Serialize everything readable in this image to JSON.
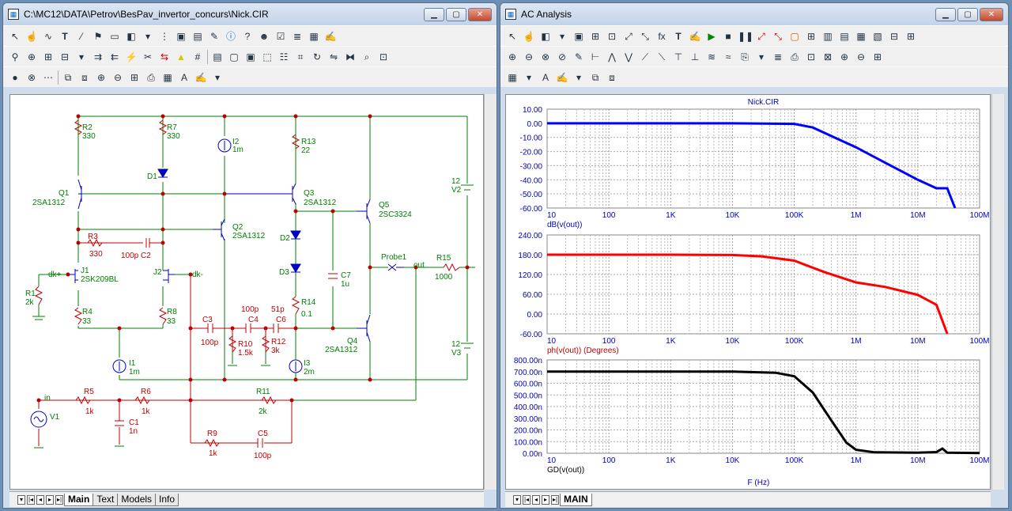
{
  "left": {
    "title": "C:\\MC12\\DATA\\Petrov\\BesPav_invertor_concurs\\Nick.CIR",
    "tabs": [
      "Main",
      "Text",
      "Models",
      "Info"
    ]
  },
  "right": {
    "title": "AC Analysis",
    "tabs": [
      "MAIN"
    ]
  },
  "schem": {
    "R2": "R2",
    "R2v": "330",
    "R7": "R7",
    "R7v": "330",
    "I2": "I2",
    "I2v": "1m",
    "R13": "R13",
    "R13v": "22",
    "D1": "D1",
    "Q1": "Q1",
    "Q1m": "2SA1312",
    "Q3": "Q3",
    "Q3m": "2SA1312",
    "Q5": "Q5",
    "Q5m": "2SC3324",
    "Q2": "Q2",
    "Q2m": "2SA1312",
    "R3": "R3",
    "R3v": "330",
    "C2": "100p C2",
    "D2": "D2",
    "D3": "D3",
    "V2": "V2",
    "V2v": "12",
    "J1": "J1",
    "J1m": "2SK209BL",
    "J2": "J2",
    "dkp": "dk+",
    "dkm": "dk-",
    "R1": "R1",
    "R1v": "2k",
    "C7": "C7",
    "C7v": "1u",
    "Probe1": "Probe1",
    "out": "out",
    "R15": "R15",
    "R15v": "1000",
    "R4": "R4",
    "R4v": "33",
    "R8": "R8",
    "R8v": "33",
    "C3": "C3",
    "C3v": "100p",
    "C4": "C4",
    "C4v": "100p",
    "C6": "C6",
    "C6v": "51p",
    "R14": "R14",
    "R14v": "0.1",
    "R10": "R10",
    "R10v": "1.5k",
    "R12": "R12",
    "R12v": "3k",
    "Q4": "Q4",
    "Q4m": "2SA1312",
    "V3": "V3",
    "V3v": "12",
    "I1": "I1",
    "I1v": "1m",
    "I3": "I3",
    "I3v": "2m",
    "in": "in",
    "R5": "R5",
    "R5v": "1k",
    "R6": "R6",
    "R6v": "1k",
    "R11": "R11",
    "R11v": "2k",
    "V1": "V1",
    "C1": "C1",
    "C1v": "1n",
    "R9": "R9",
    "R9v": "1k",
    "C5": "C5",
    "C5v": "100p"
  },
  "chart_data": [
    {
      "type": "line",
      "title": "Nick.CIR",
      "ylabel": "dB(v(out))",
      "xscale": "log",
      "xticks": [
        "10",
        "100",
        "1K",
        "10K",
        "100K",
        "1M",
        "10M",
        "100M"
      ],
      "yticks": [
        "10.00",
        "0.00",
        "-10.00",
        "-20.00",
        "-30.00",
        "-40.00",
        "-50.00",
        "-60.00"
      ],
      "ylim": [
        -60,
        10
      ],
      "color": "#0000ff",
      "x": [
        10,
        100,
        1000,
        10000,
        100000,
        200000,
        500000,
        1000000,
        3000000,
        10000000,
        20000000,
        30000000,
        40000000
      ],
      "y": [
        0,
        0,
        0,
        0,
        -0.4,
        -3,
        -11,
        -17,
        -28,
        -40,
        -46,
        -46,
        -60
      ]
    },
    {
      "type": "line",
      "ylabel": "ph(v(out)) (Degrees)",
      "xscale": "log",
      "xticks": [
        "10",
        "100",
        "1K",
        "10K",
        "100K",
        "1M",
        "10M",
        "100M"
      ],
      "yticks": [
        "240.00",
        "180.00",
        "120.00",
        "60.00",
        "0.00",
        "-60.00"
      ],
      "ylim": [
        -60,
        240
      ],
      "color": "#ff0000",
      "x": [
        10,
        100,
        1000,
        10000,
        30000,
        100000,
        300000,
        1000000,
        3000000,
        10000000,
        20000000,
        30000000
      ],
      "y": [
        180,
        180,
        180,
        179,
        175,
        162,
        128,
        96,
        82,
        58,
        28,
        -60
      ]
    },
    {
      "type": "line",
      "ylabel": "GD(v(out))",
      "xlabel": "F (Hz)",
      "xscale": "log",
      "xticks": [
        "10",
        "100",
        "1K",
        "10K",
        "100K",
        "1M",
        "10M",
        "100M"
      ],
      "yticks": [
        "800.00n",
        "700.00n",
        "600.00n",
        "500.00n",
        "400.00n",
        "300.00n",
        "200.00n",
        "100.00n",
        "0.00n"
      ],
      "ylim": [
        0,
        800
      ],
      "color": "#000000",
      "x": [
        10,
        100,
        1000,
        10000,
        50000,
        100000,
        200000,
        400000,
        700000,
        1000000,
        2000000,
        10000000,
        20000000,
        25000000,
        30000000,
        100000000
      ],
      "y": [
        700,
        700,
        700,
        700,
        690,
        660,
        520,
        280,
        90,
        30,
        8,
        5,
        10,
        40,
        5,
        2
      ]
    }
  ]
}
